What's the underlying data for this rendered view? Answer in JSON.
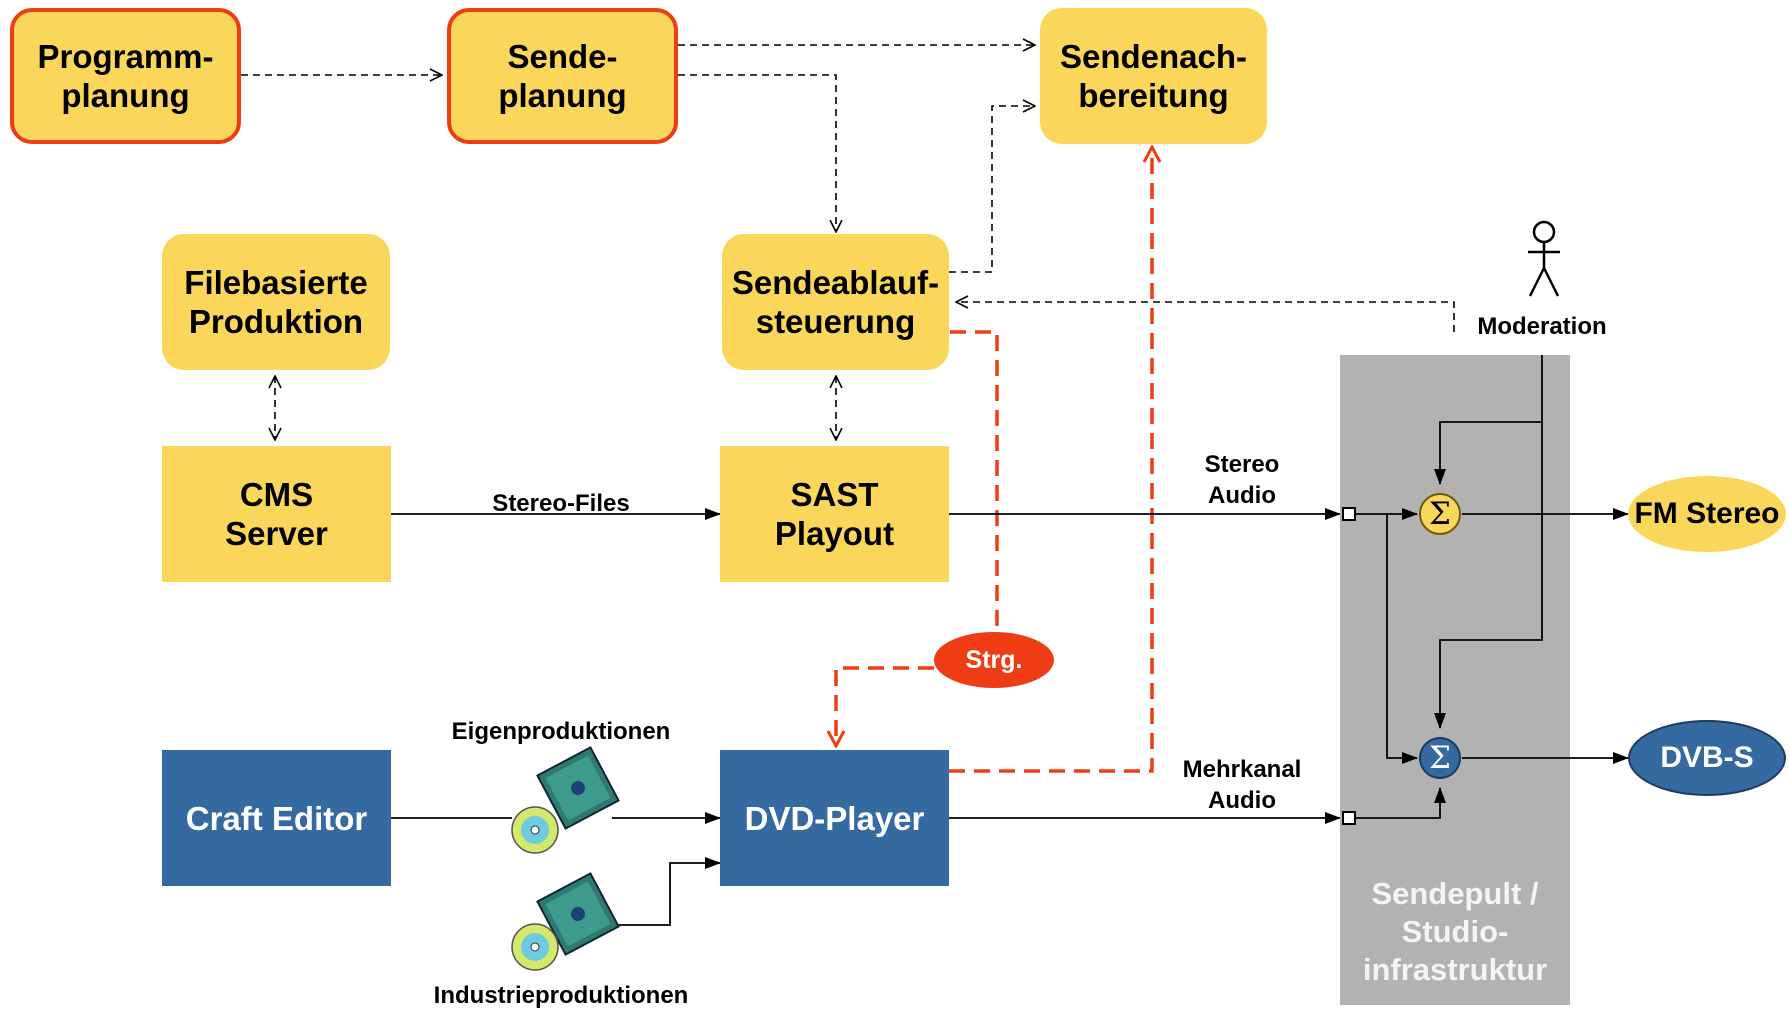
{
  "nodes": {
    "programmplanung": "Programm-\nplanung",
    "sendeplanung": "Sende-\nplanung",
    "sendenachbereitung": "Sendenach-\nbereitung",
    "filebasierte": "Filebasierte\nProduktion",
    "sendeablauf": "Sendeablauf-\nsteuerung",
    "cms": "CMS\nServer",
    "sast": "SAST\nPlayout",
    "craft": "Craft Editor",
    "dvd": "DVD-Player",
    "strg": "Strg.",
    "fm": "FM Stereo",
    "dvbs": "DVB-S",
    "sendepult": "Sendepult /\nStudio-\ninfrastruktur"
  },
  "labels": {
    "stereo_files": "Stereo-Files",
    "stereo_audio": "Stereo\nAudio",
    "mehrkanal_audio": "Mehrkanal\nAudio",
    "eigenproduktionen": "Eigenproduktionen",
    "industrieproduktionen": "Industrieproduktionen",
    "moderation": "Moderation"
  },
  "symbols": {
    "sum": "Σ"
  },
  "icons": [
    "disc-case-icon",
    "cd-icon",
    "person-icon"
  ],
  "colors": {
    "yellow": "#FAD75A",
    "red_border": "#EE3D14",
    "blue": "#356AA0",
    "desk_gray": "#B2B2B2",
    "control_red": "#EE3D14"
  }
}
